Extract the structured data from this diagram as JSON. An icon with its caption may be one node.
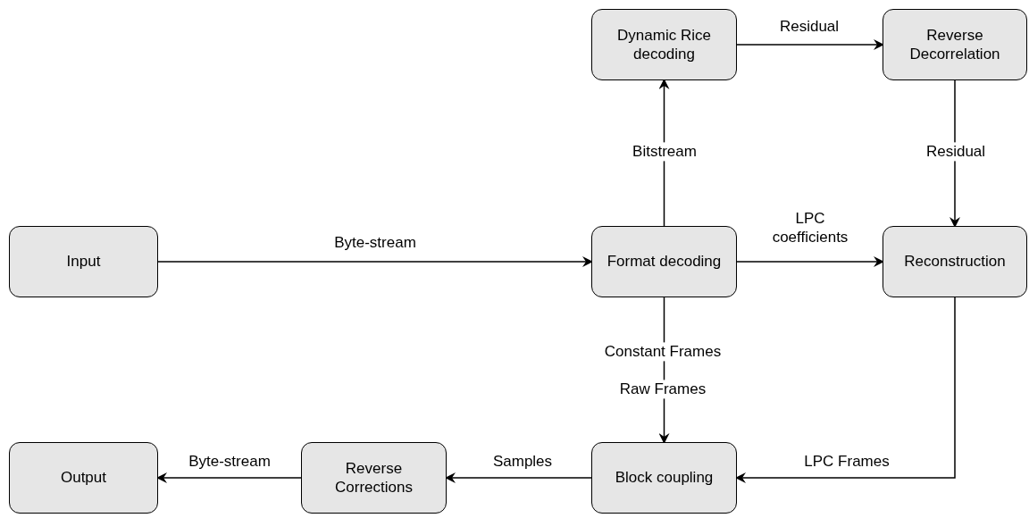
{
  "diagram": {
    "nodes": [
      {
        "text": [
          "Input"
        ]
      },
      {
        "text": [
          "Format decoding"
        ]
      },
      {
        "text": [
          "Dynamic Rice decoding"
        ]
      },
      {
        "text": [
          "Reverse Decorrelation"
        ]
      },
      {
        "text": [
          "Reconstruction"
        ]
      },
      {
        "text": [
          "Block coupling"
        ]
      },
      {
        "text": [
          "Reverse Corrections"
        ]
      },
      {
        "text": [
          "Output"
        ]
      }
    ],
    "edges": [
      {
        "from": 0,
        "to": 1,
        "arrow": "to",
        "label": "Byte-stream"
      },
      {
        "from": 1,
        "to": 2,
        "arrow": "to",
        "label": "Bitstream"
      },
      {
        "from": 2,
        "to": 3,
        "arrow": "to",
        "label": "Residual"
      },
      {
        "from": 3,
        "to": 4,
        "arrow": "to",
        "label": "Residual"
      },
      {
        "from": 1,
        "to": 4,
        "arrow": "to",
        "label": "LPC coefficients"
      },
      {
        "from": 1,
        "to": 5,
        "arrow": "to",
        "label": "Constant Frames"
      },
      {
        "from": 4,
        "to": 5,
        "arrow": "to",
        "label": "LPC Frames"
      },
      {
        "from": 5,
        "to": 6,
        "arrow": "to",
        "label": "Samples"
      },
      {
        "from": 6,
        "to": 7,
        "arrow": "to",
        "label": "Byte-stream"
      }
    ],
    "labels": [
      "Raw Frames"
    ]
  }
}
